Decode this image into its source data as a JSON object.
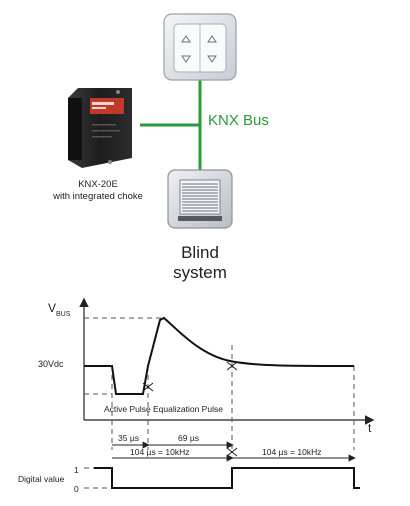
{
  "top": {
    "bus_label": "KNX Bus",
    "psu_model": "KNX-20E",
    "psu_note": "with integrated choke",
    "blind_line1": "Blind",
    "blind_line2": "system",
    "bus_color": "#2a9a3a"
  },
  "waveform": {
    "v_axis_label": "V",
    "v_axis_sub": "BUS",
    "level_label": "30Vdc",
    "time_label": "t",
    "active_pulse": "Active Pulse",
    "equalization_pulse": "Equalization Pulse",
    "dim_35": "35 µs",
    "dim_69": "69 µs",
    "dim_104a": "104 µs = 10kHz",
    "dim_104b": "104 µs = 10kHz"
  },
  "digital": {
    "label": "Digital value",
    "one": "1",
    "zero": "0"
  }
}
